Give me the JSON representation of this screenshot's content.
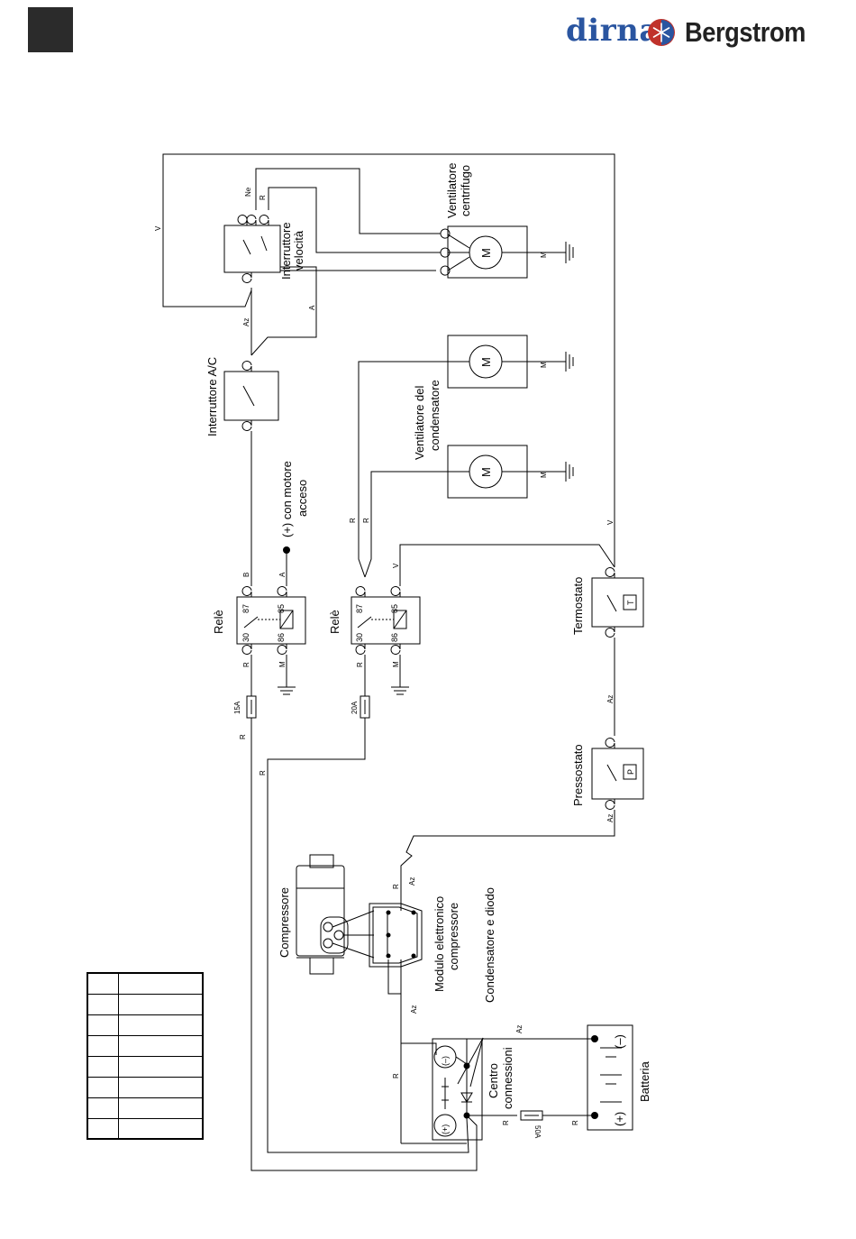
{
  "logo": {
    "left_text": "dirna",
    "right_text": "Bergstrom",
    "mark_icon": "snowflake-globe-icon",
    "left_color": "#2a55a0",
    "right_color": "#222222"
  },
  "labels": {
    "interruttore_ac": "Interruttore A/C",
    "interruttore_velocita": [
      "Interruttore",
      "velocità"
    ],
    "ventilatore_centrifugo": [
      "Ventilatore",
      "centrifugo"
    ],
    "ventilatore_condensatore": [
      "Ventilatore del",
      "condensatore"
    ],
    "motore_acceso": [
      "(+) con motore",
      "acceso"
    ],
    "rele_1": "Relè",
    "rele_2": "Relè",
    "termostato": "Termostato",
    "pressostato": "Pressostato",
    "compressore": "Compressore",
    "modulo": [
      "Modulo elettronico",
      "compressore"
    ],
    "condensatore_diodo": "Condensatore e diodo",
    "centro": [
      "Centro",
      "connessioni"
    ],
    "batteria": "Batteria"
  },
  "components": {
    "motor_symbol": "M",
    "thermostat_symbol": "T",
    "pressure_symbol": "P",
    "battery_minus": "(–)",
    "battery_plus": "(+)",
    "center_minus": "(–)",
    "center_plus": "(+)"
  },
  "relay_pins": [
    "87",
    "85",
    "30",
    "86"
  ],
  "fuses": {
    "relay1": "15A",
    "relay2": "20A",
    "battery": "50A"
  },
  "wire_codes": {
    "V": "V",
    "Ne": "Ne",
    "R": "R",
    "Az": "Az",
    "A": "A",
    "B": "B",
    "M": "M"
  },
  "legend": {
    "rows": 8,
    "cells": []
  }
}
